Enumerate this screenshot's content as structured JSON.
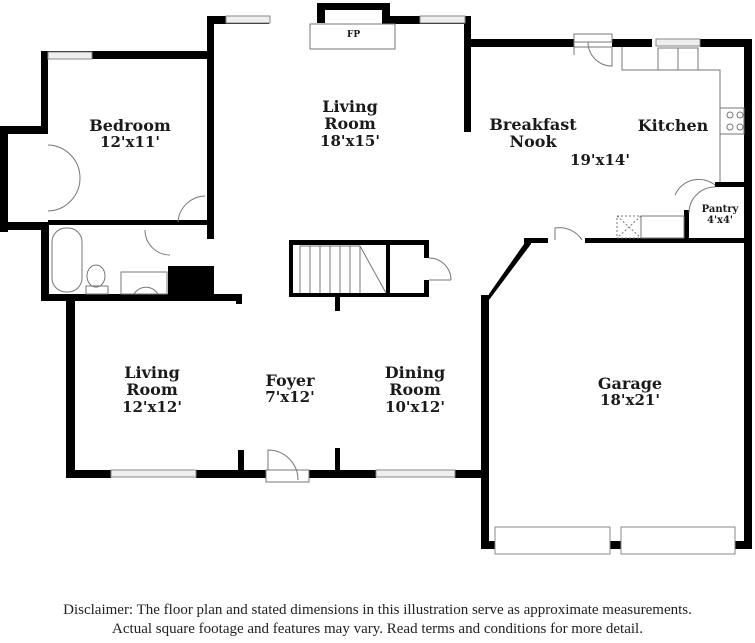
{
  "floor_plan": {
    "rooms": [
      {
        "id": "bedroom",
        "name": "Bedroom",
        "dimensions": "12'x11'"
      },
      {
        "id": "living-room-upper",
        "name": "Living Room",
        "name_lines": [
          "Living",
          "Room"
        ],
        "dimensions": "18'x15'"
      },
      {
        "id": "breakfast-nook",
        "name": "Breakfast Nook",
        "name_lines": [
          "Breakfast",
          "Nook"
        ]
      },
      {
        "id": "kitchen",
        "name": "Kitchen"
      },
      {
        "id": "breakfast-kitchen-dimensions",
        "dimensions": "19'x14'"
      },
      {
        "id": "pantry",
        "name": "Pantry",
        "dimensions": "4'x4'"
      },
      {
        "id": "living-room-lower",
        "name": "Living Room",
        "name_lines": [
          "Living",
          "Room"
        ],
        "dimensions": "12'x12'"
      },
      {
        "id": "foyer",
        "name": "Foyer",
        "dimensions": "7'x12'"
      },
      {
        "id": "dining-room",
        "name": "Dining Room",
        "name_lines": [
          "Dining",
          "Room"
        ],
        "dimensions": "10'x12'"
      },
      {
        "id": "garage",
        "name": "Garage",
        "dimensions": "18'x21'"
      }
    ],
    "fixtures": {
      "fireplace_label": "FP"
    },
    "colors": {
      "wall": "#000000",
      "fixture_line": "#888888",
      "window_fill": "#eeeeee",
      "background": "#ffffff"
    }
  },
  "disclaimer": {
    "line1": "Disclaimer: The floor plan and stated dimensions in this illustration serve as approximate measurements.",
    "line2": "Actual square footage and features may vary. Read terms and conditions for more detail."
  }
}
